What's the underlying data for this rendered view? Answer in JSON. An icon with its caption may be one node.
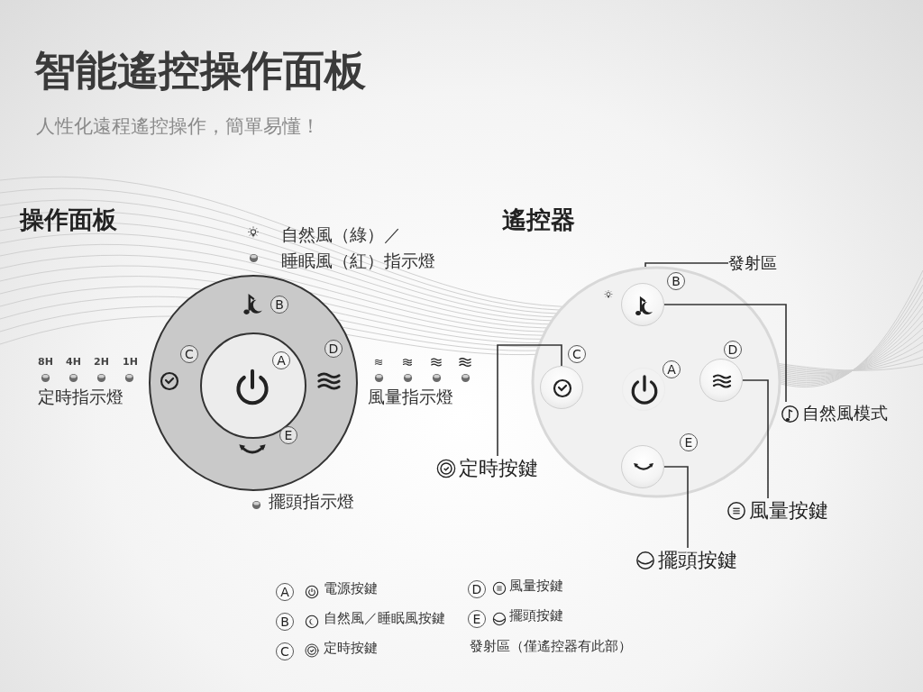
{
  "diagram": {
    "title": "智能遙控操作面板",
    "nodes": [
      {
        "text": [
          "B",
          "C",
          "D",
          "A",
          "E"
        ]
      },
      {
        "text": [
          "發射區"
        ]
      },
      {
        "text": [
          "B",
          "C",
          "A",
          "D",
          "E"
        ]
      },
      {
        "text": [],
        "shape": "circle",
        "in": 2
      },
      {
        "text": [],
        "shape": "circle",
        "in": 2
      },
      {
        "text": [],
        "shape": "circle",
        "in": 2
      },
      {
        "text": [],
        "shape": "circle",
        "in": 2
      },
      {
        "text": [],
        "shape": "circle",
        "in": 2
      },
      {
        "text": [
          "自然風模式"
        ]
      },
      {
        "text": [
          "定時按鍵"
        ]
      },
      {
        "text": [
          "風量按鍵"
        ]
      },
      {
        "text": [
          "擺頭按鍵"
        ]
      }
    ],
    "edges": [
      {
        "from": 1,
        "to": 2,
        "arrow": "none"
      },
      {
        "from": 8,
        "to": 3,
        "arrow": "none"
      },
      {
        "from": 9,
        "to": 4,
        "arrow": "none"
      },
      {
        "from": 10,
        "to": 6,
        "arrow": "none"
      },
      {
        "from": 11,
        "to": 7,
        "arrow": "none"
      }
    ],
    "labels": [
      "人性化遠程遙控操作，簡單易懂！",
      "操作面板",
      "遙控器",
      "自然風（綠）／",
      "睡眠風（紅）指示燈",
      "8H",
      "4H",
      "2H",
      "1H",
      "定時指示燈",
      "風量指示燈",
      "擺頭指示燈",
      "A",
      "電源按鍵",
      "D",
      "風量按鍵",
      "B",
      "自然風／睡眠風按鍵",
      "E",
      "擺頭按鍵",
      "C",
      "定時按鍵",
      "發射區（僅遙控器有此部）"
    ]
  }
}
